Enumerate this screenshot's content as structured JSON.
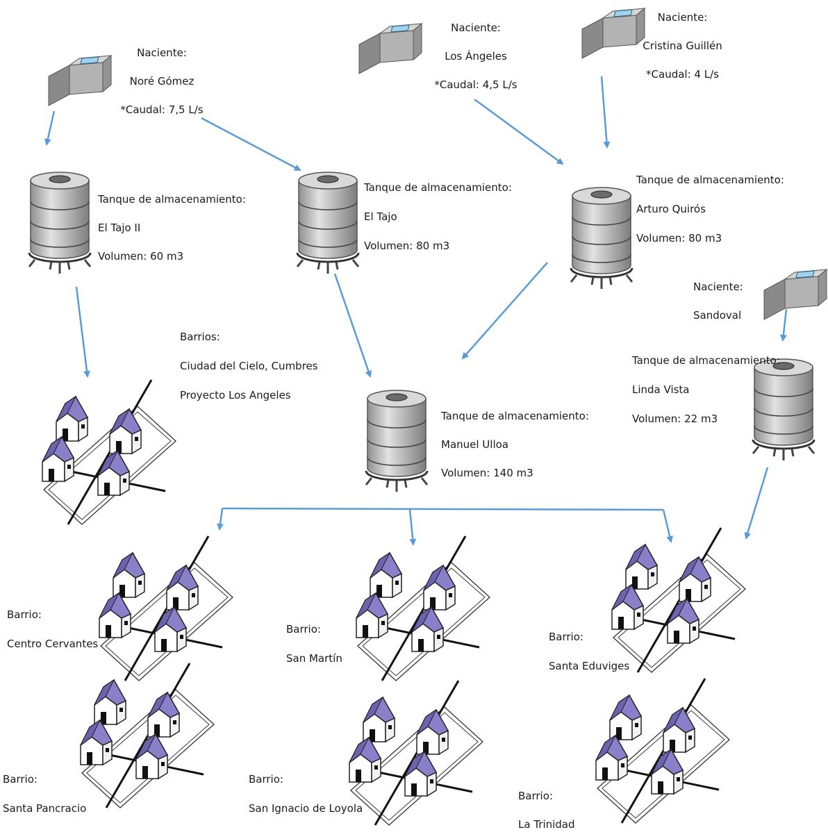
{
  "springs": [
    {
      "id": "nore",
      "label": "Naciente:",
      "name": "Noré Gómez",
      "flow": "*Caudal: 7,5 L/s"
    },
    {
      "id": "losangeles",
      "label": "Naciente:",
      "name": "Los Ángeles",
      "flow": "*Caudal: 4,5 L/s"
    },
    {
      "id": "cristina",
      "label": "Naciente:",
      "name": "Cristina Guillén",
      "flow": "*Caudal: 4 L/s"
    },
    {
      "id": "sandoval",
      "label": "Naciente:",
      "name": "Sandoval",
      "flow": ""
    }
  ],
  "tanks": [
    {
      "id": "tajo2",
      "label": "Tanque de almacenamiento:",
      "name": "El Tajo II",
      "volume": "Volumen: 60 m3"
    },
    {
      "id": "tajo",
      "label": "Tanque de almacenamiento:",
      "name": "El Tajo",
      "volume": "Volumen: 80 m3"
    },
    {
      "id": "arturo",
      "label": "Tanque de almacenamiento:",
      "name": "Arturo Quirós",
      "volume": "Volumen: 80 m3"
    },
    {
      "id": "manuel",
      "label": "Tanque de almacenamiento:",
      "name": "Manuel Ulloa",
      "volume": "Volumen: 140 m3"
    },
    {
      "id": "linda",
      "label": "Tanque de almacenamiento:",
      "name": "Linda Vista",
      "volume": "Volumen: 22 m3"
    }
  ],
  "upper_barrios": {
    "label": "Barrios:",
    "line1": "Ciudad del Cielo, Cumbres",
    "line2": "Proyecto Los Angeles"
  },
  "barrios": [
    {
      "id": "cervantes",
      "label": "Barrio:",
      "name": "Centro Cervantes"
    },
    {
      "id": "sanmartin",
      "label": "Barrio:",
      "name": "San Martín"
    },
    {
      "id": "eduviges",
      "label": "Barrio:",
      "name": "Santa Eduviges"
    },
    {
      "id": "pancracio",
      "label": "Barrio:",
      "name": "Santa Pancracio"
    },
    {
      "id": "loyola",
      "label": "Barrio:",
      "name": "San Ignacio de Loyola"
    },
    {
      "id": "trinidad",
      "label": "Barrio:",
      "name": "La Trinidad"
    }
  ],
  "colors": {
    "arrow": "#5b9bd5",
    "roof": "#8a7fc9",
    "tank_body": "#c8c8c8",
    "spring_box": "#9e9e9e",
    "water": "#9fd3ef"
  }
}
